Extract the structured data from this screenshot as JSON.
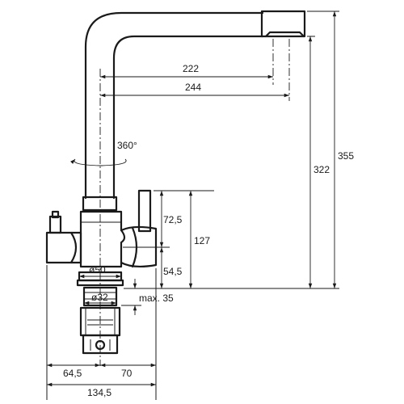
{
  "dimensions": {
    "spout_reach_1": "222",
    "spout_reach_2": "244",
    "rotation": "360°",
    "total_height": "355",
    "spout_height": "322",
    "upper_body_height": "72,5",
    "body_height": "127",
    "lower_body_height": "54,5",
    "body_diameter": "ø50",
    "mount_diameter": "ø32",
    "max_thickness": "max. 35",
    "left_handle_offset": "64,5",
    "right_handle_offset": "70",
    "total_width": "134,5"
  }
}
